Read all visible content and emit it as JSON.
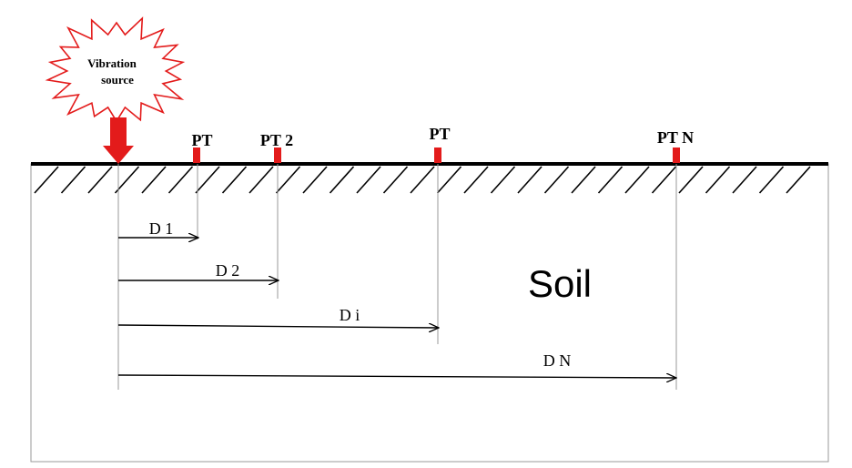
{
  "source": {
    "label_line1": "Vibration",
    "label_line2": "source"
  },
  "sensors": [
    {
      "label": "PT"
    },
    {
      "label": "PT 2"
    },
    {
      "label": "PT"
    },
    {
      "label": "PT N"
    }
  ],
  "distances": [
    {
      "label": "D 1"
    },
    {
      "label": "D 2"
    },
    {
      "label": "D i"
    },
    {
      "label": "D N"
    }
  ],
  "medium_label": "Soil",
  "colors": {
    "sensor": "#e31b1b",
    "arrow": "#e31b1b",
    "line": "#000000"
  }
}
